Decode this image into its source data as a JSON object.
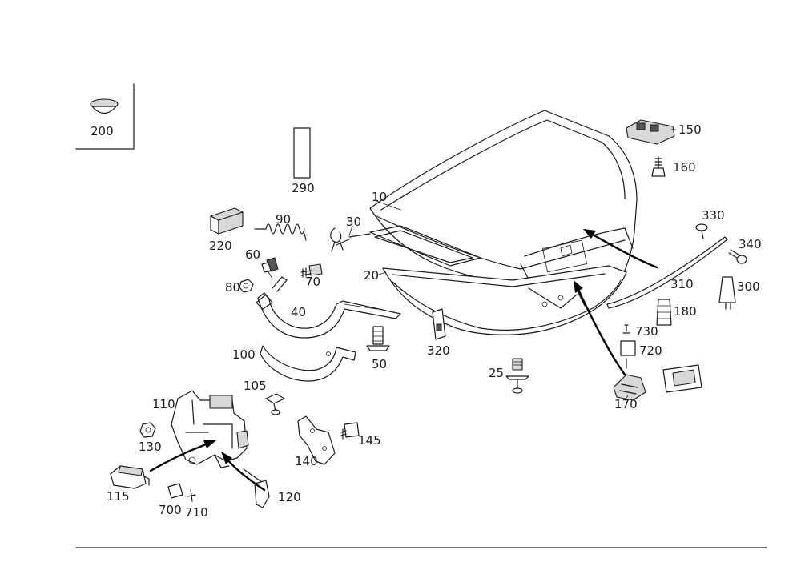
{
  "labels": {
    "p10": "10",
    "p20": "20",
    "p25": "25",
    "p30": "30",
    "p40": "40",
    "p50": "50",
    "p60": "60",
    "p70": "70",
    "p80": "80",
    "p90": "90",
    "p100": "100",
    "p105": "105",
    "p110": "110",
    "p115": "115",
    "p120": "120",
    "p130": "130",
    "p140": "140",
    "p145": "145",
    "p150": "150",
    "p160": "160",
    "p170": "170",
    "p180": "180",
    "p200": "200",
    "p220": "220",
    "p290": "290",
    "p300": "300",
    "p310": "310",
    "p320": "320",
    "p330": "330",
    "p340": "340",
    "p700": "700",
    "p710": "710",
    "p720": "720",
    "p730": "730"
  },
  "colors": {
    "line": "#1a1a1a",
    "background": "#ffffff",
    "part_shade": "#d8d8d8"
  }
}
